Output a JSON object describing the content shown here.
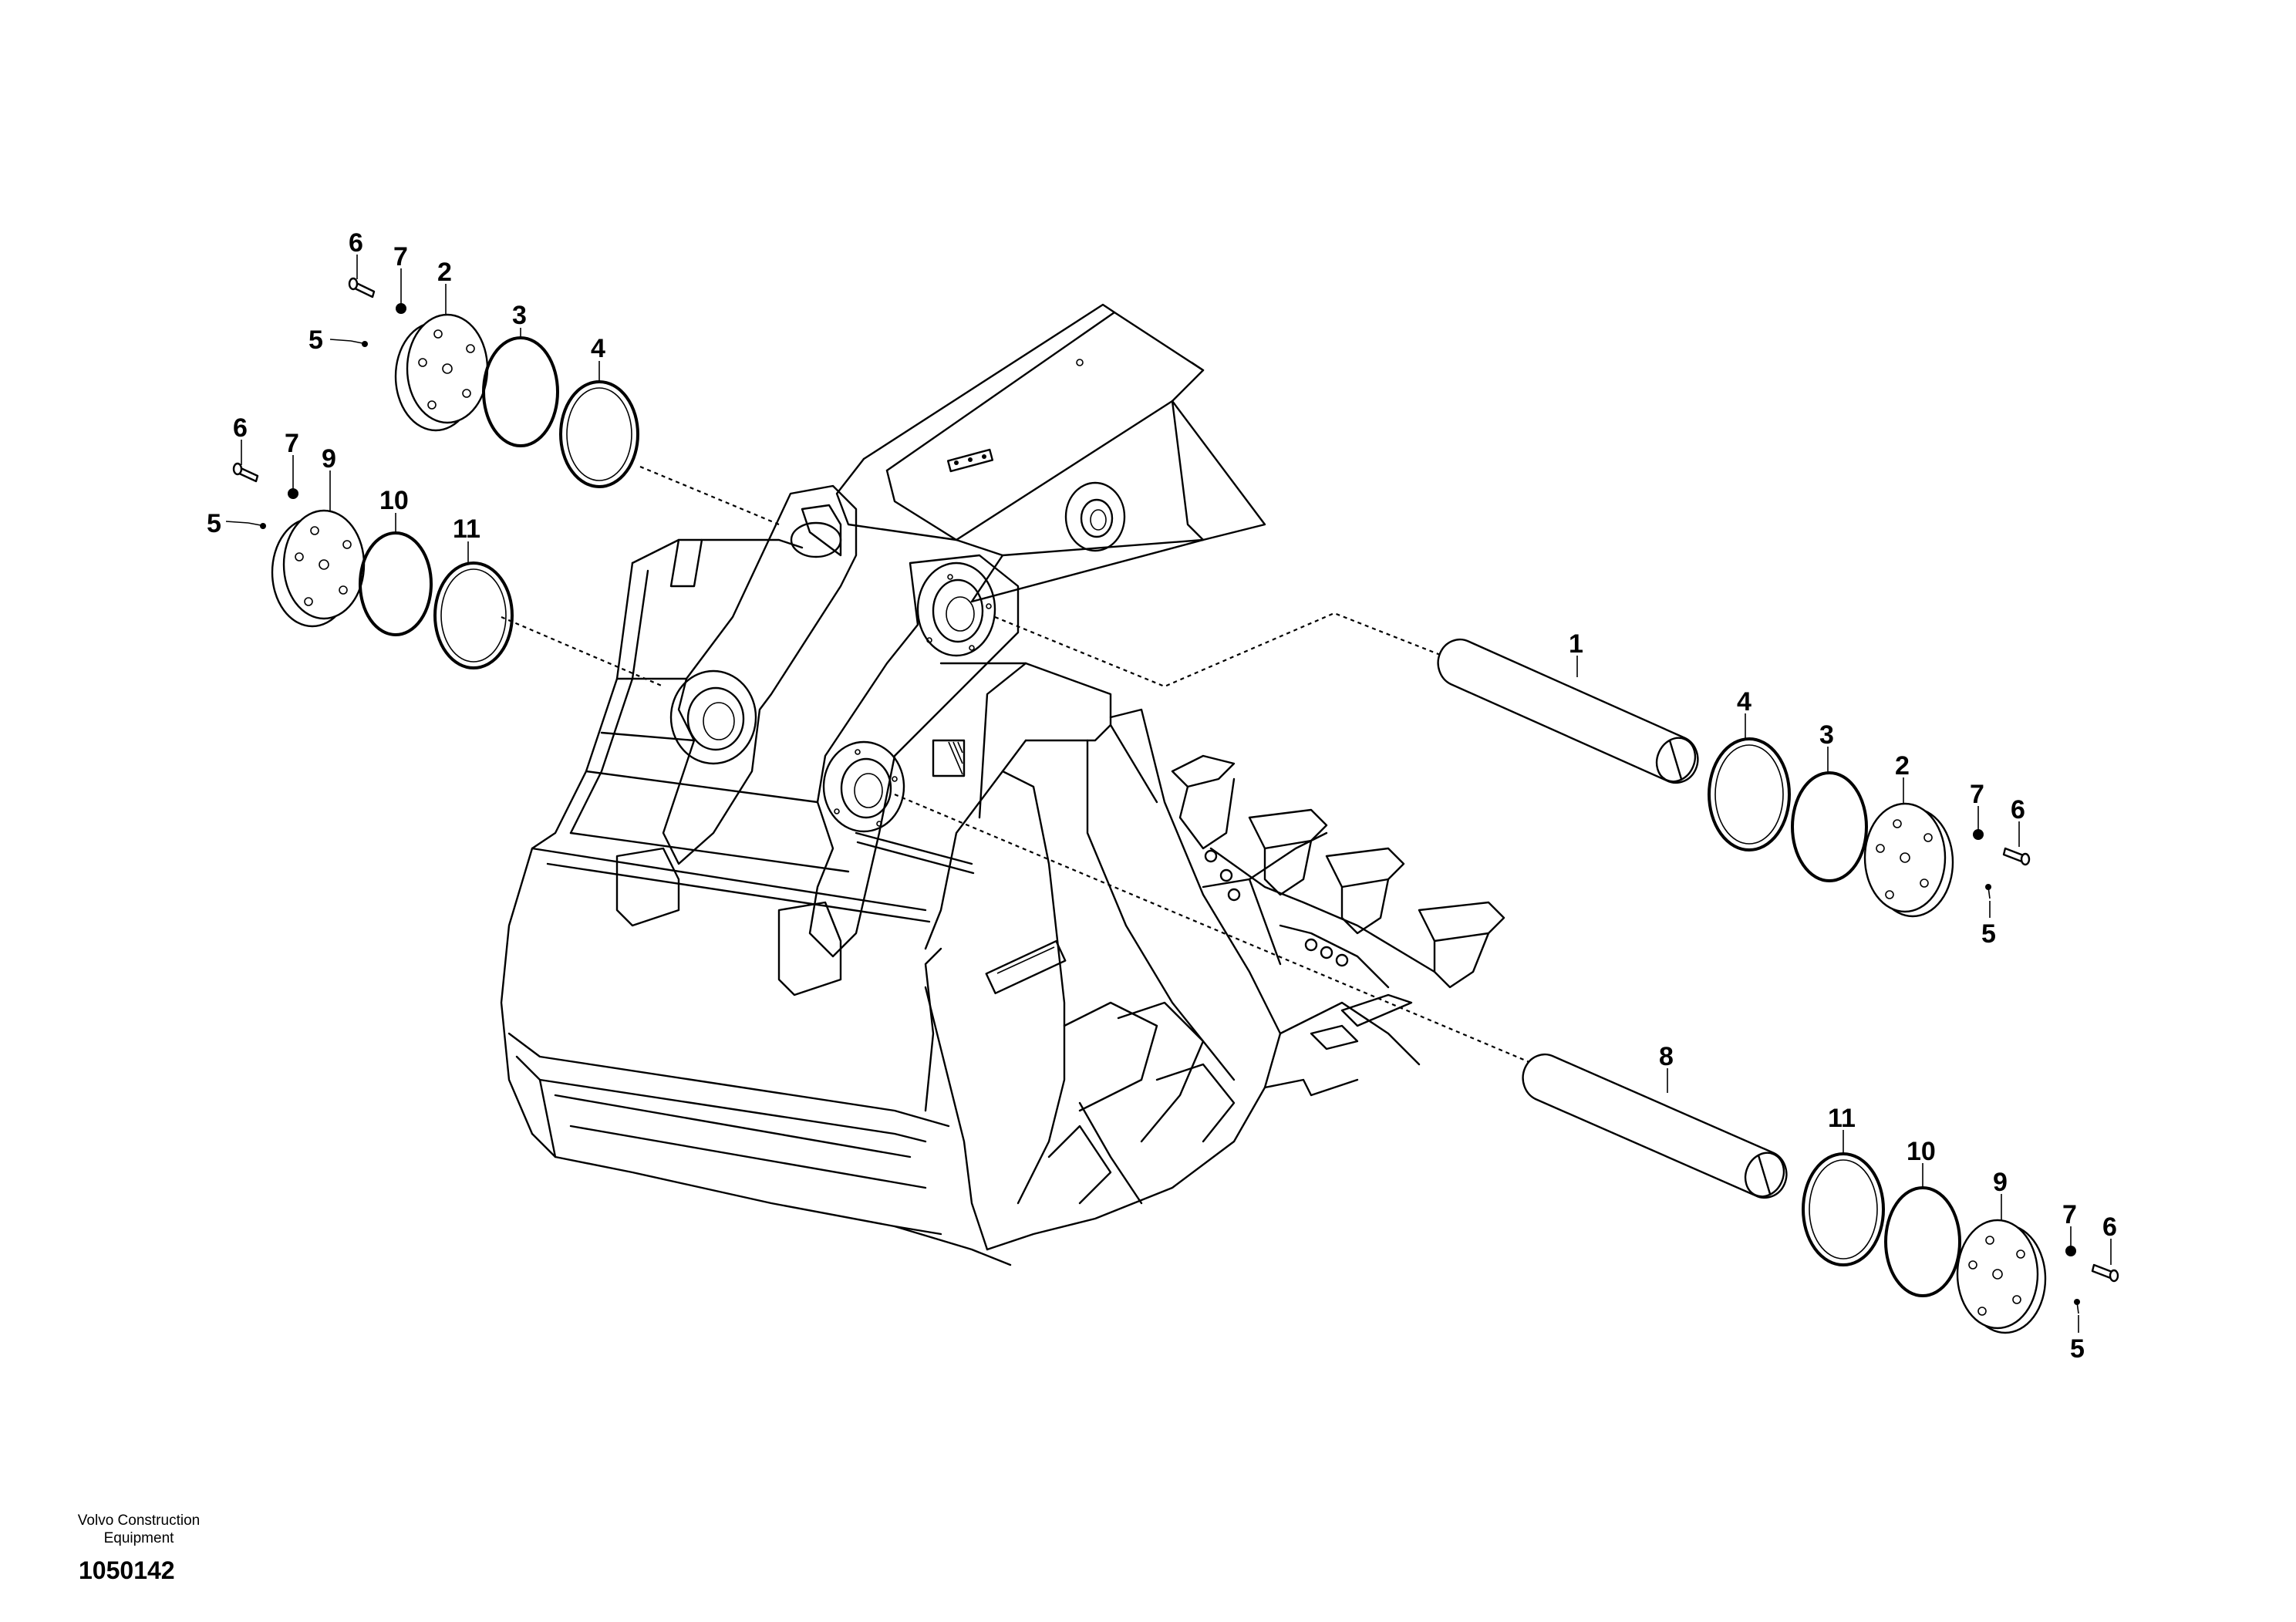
{
  "diagram": {
    "callouts": [
      {
        "id": "c6a",
        "text": "6"
      },
      {
        "id": "c7a",
        "text": "7"
      },
      {
        "id": "c2a",
        "text": "2"
      },
      {
        "id": "c5a",
        "text": "5"
      },
      {
        "id": "c3a",
        "text": "3"
      },
      {
        "id": "c4a",
        "text": "4"
      },
      {
        "id": "c6b",
        "text": "6"
      },
      {
        "id": "c7b",
        "text": "7"
      },
      {
        "id": "c9a",
        "text": "9"
      },
      {
        "id": "c5b",
        "text": "5"
      },
      {
        "id": "c10a",
        "text": "10"
      },
      {
        "id": "c11a",
        "text": "11"
      },
      {
        "id": "c1",
        "text": "1"
      },
      {
        "id": "c4b",
        "text": "4"
      },
      {
        "id": "c3b",
        "text": "3"
      },
      {
        "id": "c2b",
        "text": "2"
      },
      {
        "id": "c7c",
        "text": "7"
      },
      {
        "id": "c6c",
        "text": "6"
      },
      {
        "id": "c5c",
        "text": "5"
      },
      {
        "id": "c8",
        "text": "8"
      },
      {
        "id": "c11b",
        "text": "11"
      },
      {
        "id": "c10b",
        "text": "10"
      },
      {
        "id": "c9b",
        "text": "9"
      },
      {
        "id": "c7d",
        "text": "7"
      },
      {
        "id": "c6d",
        "text": "6"
      },
      {
        "id": "c5d",
        "text": "5"
      }
    ]
  },
  "footer": {
    "brand_line1": "Volvo Construction",
    "brand_line2": "Equipment",
    "drawing_number": "1050142"
  }
}
